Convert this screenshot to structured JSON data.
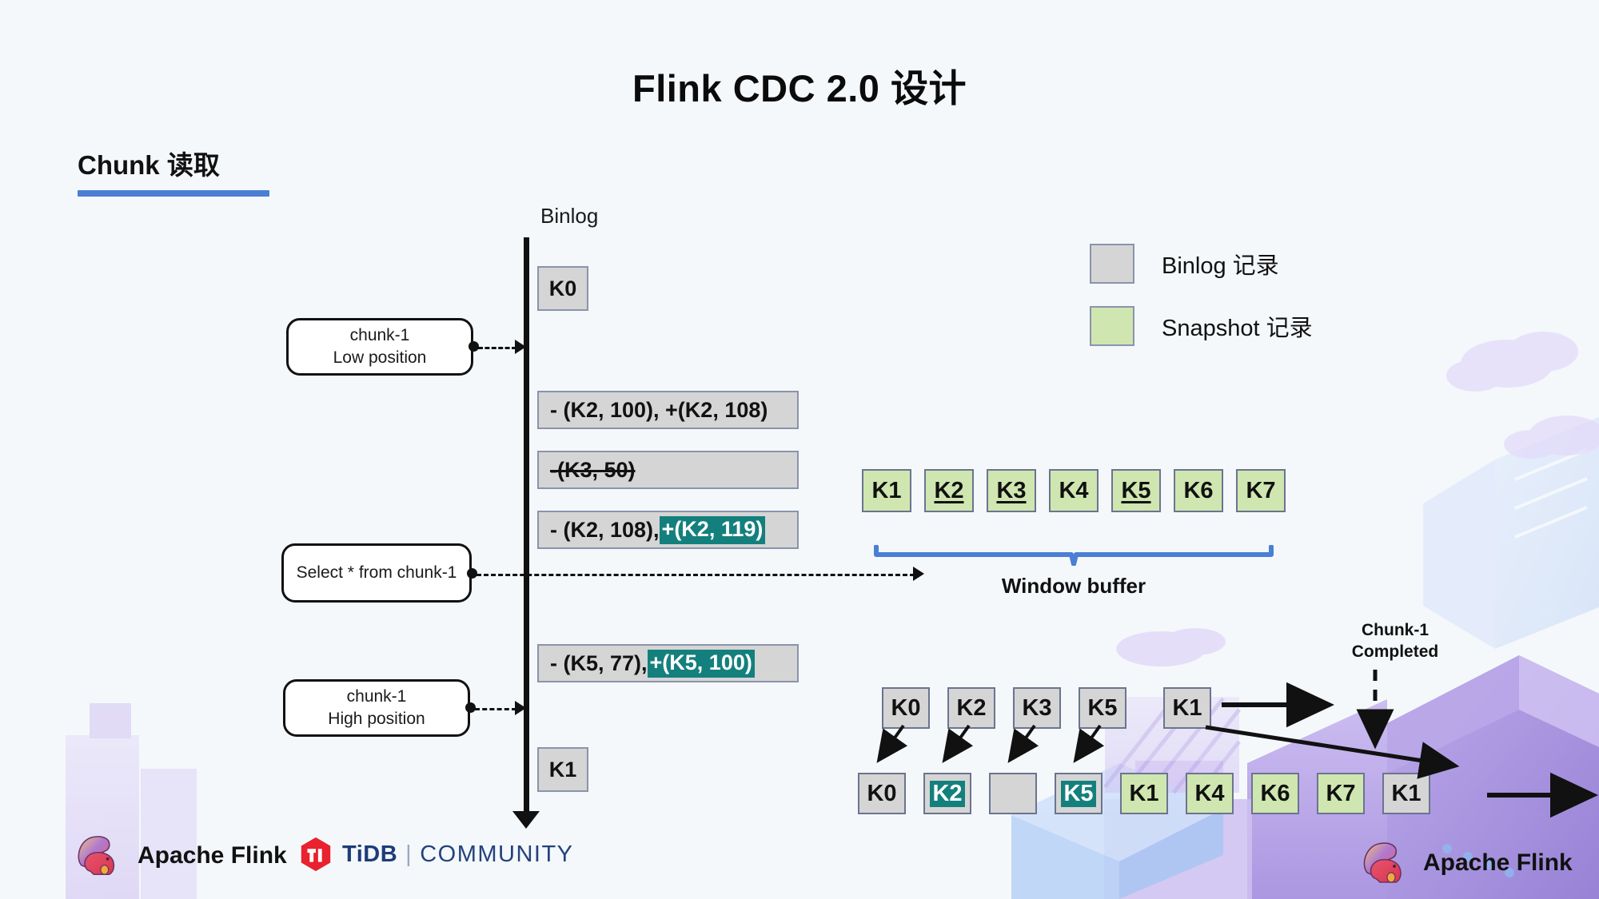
{
  "slide": {
    "title": "Flink CDC 2.0 设计",
    "section_heading": "Chunk 读取",
    "accent_color": "#4a7fd4",
    "background_color": "#f4f8fb",
    "highlight_color": "#14807d",
    "binlog_color": "#d5d5d5",
    "snapshot_color": "#cfe6b0"
  },
  "binlog_axis": {
    "label": "Binlog",
    "records": [
      {
        "name": "k0",
        "text": "K0"
      },
      {
        "name": "k2-100-108",
        "prefix": "- (K2, 100), +(K2, 108)"
      },
      {
        "name": "k3-50",
        "prefix": "-(K3, 50)",
        "struck": true
      },
      {
        "name": "k2-108-119",
        "prefix": "- (K2, 108), ",
        "highlight": "+(K2, 119)"
      },
      {
        "name": "k5-77-100",
        "prefix": "- (K5, 77), ",
        "highlight": "+(K5, 100)"
      },
      {
        "name": "k1",
        "text": "K1"
      }
    ]
  },
  "callouts": [
    {
      "name": "chunk-1-low-position",
      "line1": "chunk-1",
      "line2": "Low position"
    },
    {
      "name": "select-from-chunk-1",
      "line1": "Select * from chunk-1",
      "line2": ""
    },
    {
      "name": "chunk-1-high-position",
      "line1": "chunk-1",
      "line2": "High position"
    }
  ],
  "legend": {
    "items": [
      {
        "name": "binlog-record",
        "label": "Binlog 记录",
        "color": "#d5d5d5"
      },
      {
        "name": "snapshot-record",
        "label": "Snapshot 记录",
        "color": "#cfe6b0"
      }
    ]
  },
  "window_buffer": {
    "label": "Window buffer",
    "keys": [
      {
        "text": "K1",
        "type": "snapshot",
        "underline": false
      },
      {
        "text": "K2",
        "type": "snapshot",
        "underline": true
      },
      {
        "text": "K3",
        "type": "snapshot",
        "underline": true
      },
      {
        "text": "K4",
        "type": "snapshot",
        "underline": false
      },
      {
        "text": "K5",
        "type": "snapshot",
        "underline": true
      },
      {
        "text": "K6",
        "type": "snapshot",
        "underline": false
      },
      {
        "text": "K7",
        "type": "snapshot",
        "underline": false
      }
    ]
  },
  "merge": {
    "completed_label_line1": "Chunk-1",
    "completed_label_line2": "Completed",
    "upper_keys": [
      {
        "text": "K0",
        "type": "binlog"
      },
      {
        "text": "K2",
        "type": "binlog"
      },
      {
        "text": "K3",
        "type": "binlog"
      },
      {
        "text": "K5",
        "type": "binlog"
      },
      {
        "text": "K1",
        "type": "binlog"
      }
    ],
    "lower_keys": [
      {
        "text": "K0",
        "type": "binlog",
        "highlight": false
      },
      {
        "text": "K2",
        "type": "binlog",
        "highlight": true
      },
      {
        "text": "",
        "type": "binlog",
        "highlight": false
      },
      {
        "text": "K5",
        "type": "binlog",
        "highlight": true
      },
      {
        "text": "K1",
        "type": "snapshot",
        "highlight": false
      },
      {
        "text": "K4",
        "type": "snapshot",
        "highlight": false
      },
      {
        "text": "K6",
        "type": "snapshot",
        "highlight": false
      },
      {
        "text": "K7",
        "type": "snapshot",
        "highlight": false
      },
      {
        "text": "K1",
        "type": "binlog",
        "highlight": false
      }
    ]
  },
  "footer": {
    "left_logo_label": "Apache Flink",
    "tidb_name": "TiDB",
    "tidb_separator": "|",
    "tidb_community": "COMMUNITY",
    "right_logo_label": "Apache Flink"
  }
}
